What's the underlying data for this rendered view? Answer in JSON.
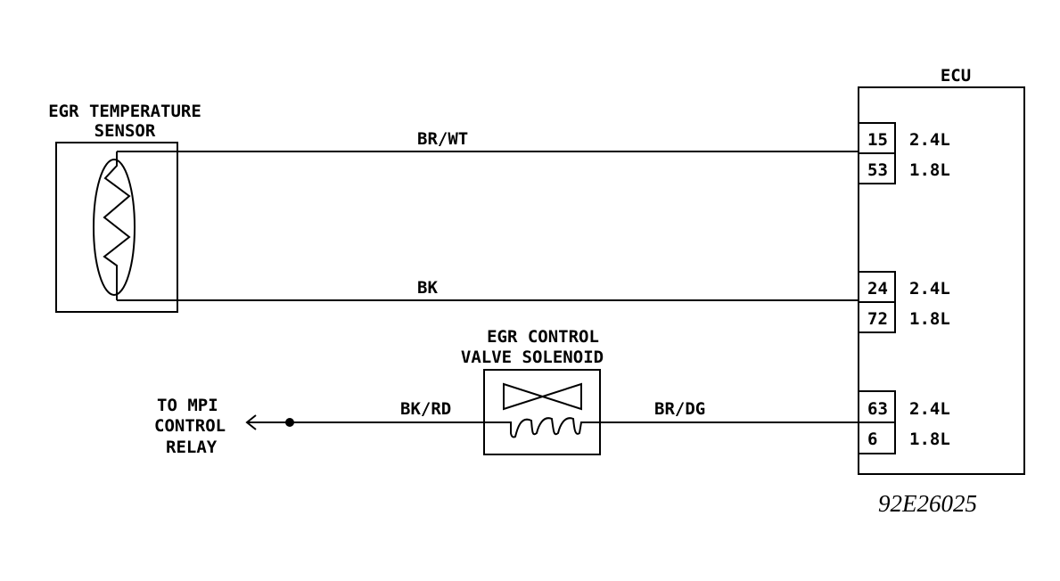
{
  "egr_sensor": {
    "label_line1": "EGR TEMPERATURE",
    "label_line2": "SENSOR"
  },
  "solenoid": {
    "label_line1": "EGR CONTROL",
    "label_line2": "VALVE SOLENOID"
  },
  "ecu": {
    "label": "ECU",
    "pins": [
      {
        "pin": "15",
        "engine": "2.4L"
      },
      {
        "pin": "53",
        "engine": "1.8L"
      },
      {
        "pin": "24",
        "engine": "2.4L"
      },
      {
        "pin": "72",
        "engine": "1.8L"
      },
      {
        "pin": "63",
        "engine": "2.4L"
      },
      {
        "pin": "6",
        "engine": "1.8L"
      }
    ]
  },
  "wires": {
    "signal": "BR/WT",
    "ground": "BK",
    "power": "BK/RD",
    "control": "BR/DG"
  },
  "relay": {
    "line1": "TO MPI",
    "line2": "CONTROL",
    "line3": "RELAY"
  },
  "figure_id": "92E26025"
}
